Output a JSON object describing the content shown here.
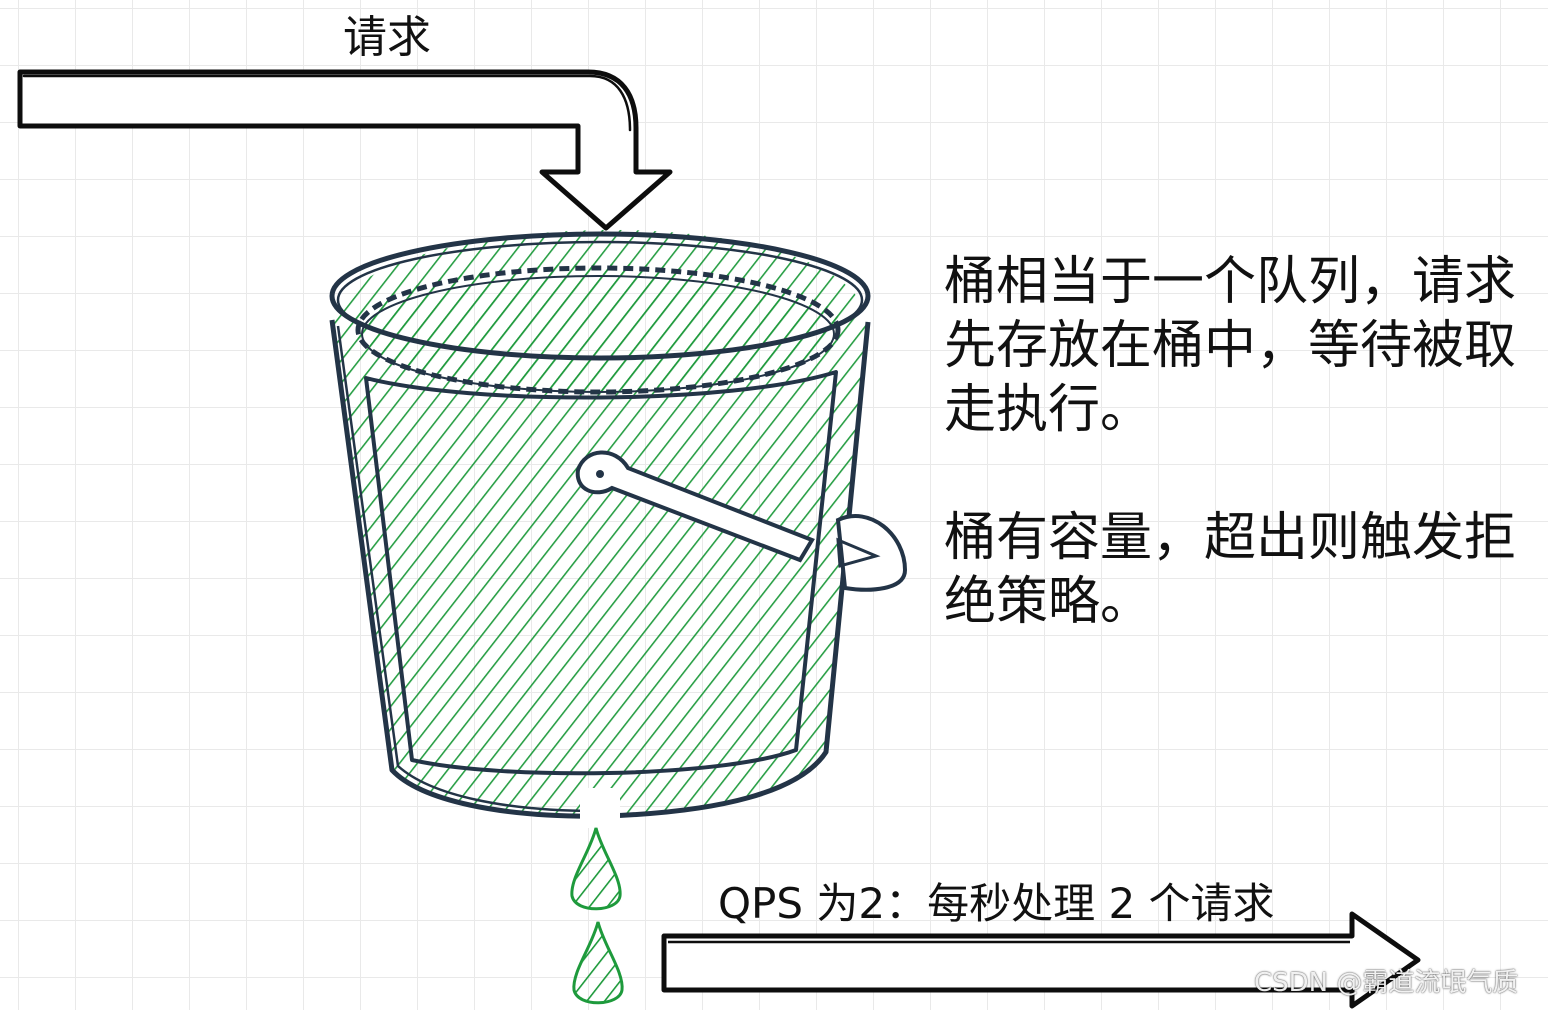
{
  "labels": {
    "request": "请求",
    "description": [
      "桶相当于一个队列，请求",
      "先存放在桶中，等待被取",
      "走执行。",
      "",
      "桶有容量，超出则触发拒",
      "绝策略。"
    ],
    "qps": "QPS 为2：每秒处理 2 个请求"
  },
  "watermark": "CSDN @霸道流氓气质",
  "colors": {
    "stroke": "#0d0d0d",
    "bucket_outline": "#233447",
    "hatch": "#1e9a3c"
  },
  "icons": {
    "bucket": "bucket-icon",
    "drops": "water-drop-icon"
  }
}
